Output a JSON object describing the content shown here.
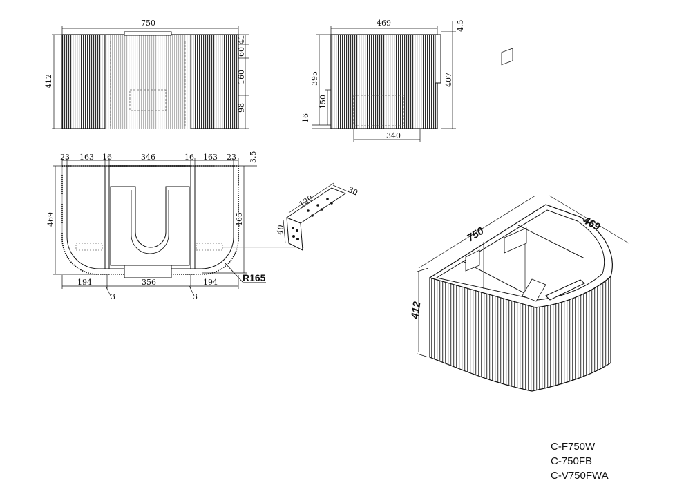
{
  "front_view": {
    "width": "750",
    "height": "412",
    "d_top": "41",
    "d_60": "60",
    "d_160": "160",
    "d_98": "98"
  },
  "side_view": {
    "width": "469",
    "d_45": "4.5",
    "d_395": "395",
    "d_407": "407",
    "d_150": "150",
    "d_16": "16",
    "d_340": "340"
  },
  "top_view": {
    "top_dims": [
      "23",
      "163",
      "16",
      "346",
      "16",
      "163",
      "23"
    ],
    "d_35": "3.5",
    "d_469": "469",
    "d_465": "465",
    "bottom_dims": [
      "194",
      "356",
      "194"
    ],
    "d_3a": "3",
    "d_3b": "3",
    "radius": "R165"
  },
  "bracket": {
    "d_30": "30",
    "d_120": "120",
    "d_40": "40"
  },
  "iso_view": {
    "width": "750",
    "depth": "469",
    "height": "412"
  },
  "model_codes": [
    "C-F750W",
    "C-750FB",
    "C-V750FWA"
  ]
}
